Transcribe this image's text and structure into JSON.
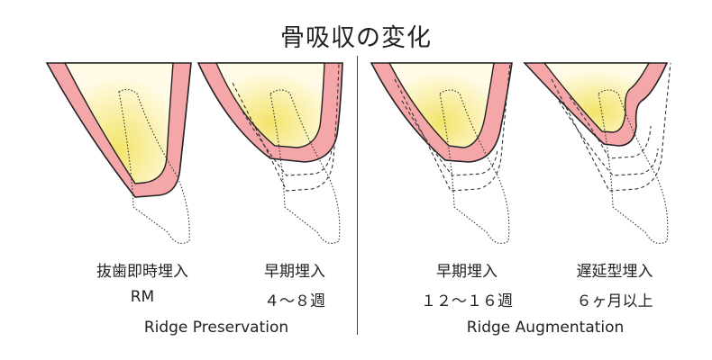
{
  "title": "骨吸収の変化",
  "colors": {
    "gum": "#f4a6a8",
    "gum_stroke": "#222222",
    "bone_light": "#fffbe6",
    "bone_dark": "#f3e46a",
    "outline": "#222222"
  },
  "panels": [
    {
      "label1": "抜歯即時埋入",
      "label2": "RM"
    },
    {
      "label1": "早期埋入",
      "label2": "４～８週"
    },
    {
      "label1": "早期埋入",
      "label2": "１２～１６週"
    },
    {
      "label1": "遅延型埋入",
      "label2": "６ヶ月以上"
    }
  ],
  "sections": {
    "left": "Ridge Preservation",
    "right": "Ridge Augmentation"
  }
}
